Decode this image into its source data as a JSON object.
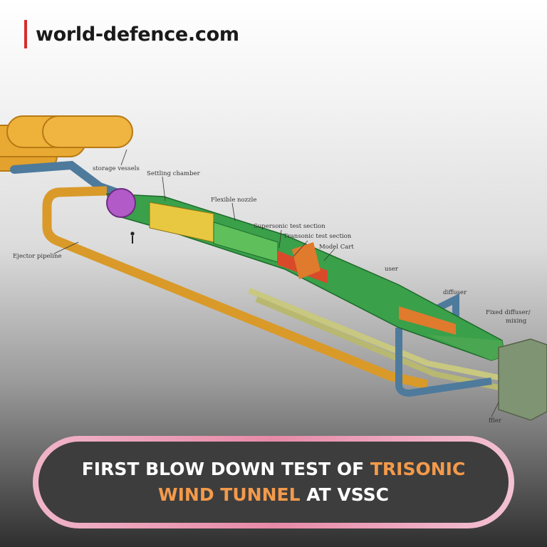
{
  "brand": {
    "site": "world-defence.com"
  },
  "colors": {
    "accent_bar": "#d72d2d",
    "highlight": "#f39a4b",
    "pill_border": "#e78aa8",
    "pill_fill": "#3d3d3d"
  },
  "diagram": {
    "labels": {
      "storage": "storage vessels",
      "settling": "Settling chamber",
      "nozzle": "Flexible nozzle",
      "supersonic": "Supersonic test section",
      "transonic": "Transonic test section",
      "cart": "Model Cart",
      "ejector": "Ejector pipeline",
      "user": "user",
      "diffuser": "diffuser",
      "fixed": "Fixed diffuser/",
      "mixing": "mixing",
      "muffler": "ffler"
    }
  },
  "headline": {
    "part1": "FIRST BLOW DOWN TEST OF ",
    "highlight": "TRISONIC WIND TUNNEL",
    "part2": " AT VSSC"
  }
}
